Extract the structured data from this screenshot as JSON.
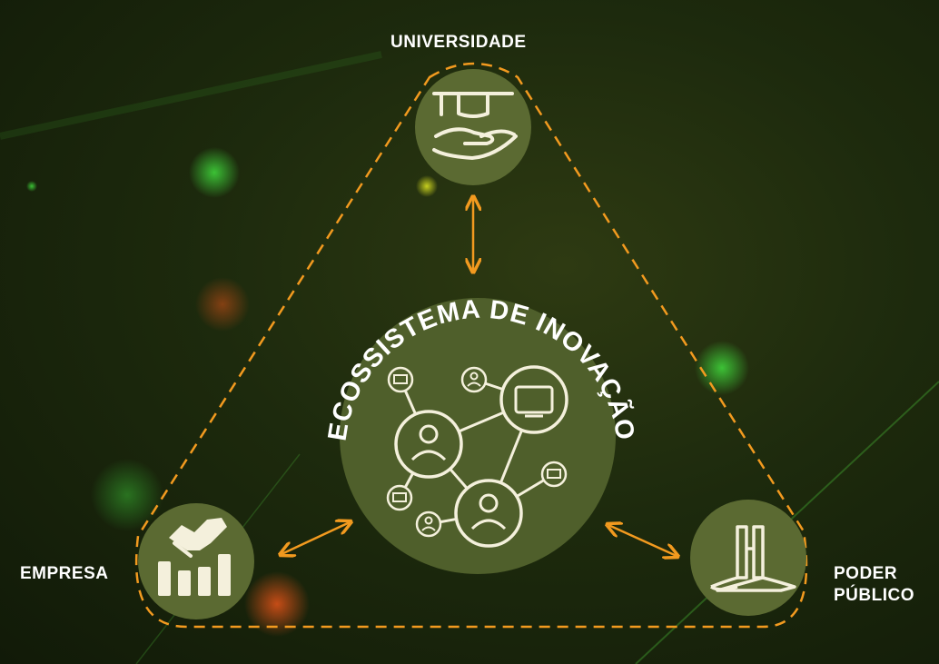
{
  "center": {
    "title": "ECOSSISTEMA DE INOVAÇÃO"
  },
  "nodes": {
    "universidade": {
      "label": "UNIVERSIDADE",
      "icon": "graduation-hand-icon"
    },
    "empresa": {
      "label": "EMPRESA",
      "icon": "handshake-chart-icon"
    },
    "poder_publico": {
      "label_line1": "PODER",
      "label_line2": "PÚBLICO",
      "icon": "congress-building-icon"
    }
  },
  "colors": {
    "accent": "#f29a1f",
    "node_fill": "#5b6a32",
    "center_fill": "#4f5f2b",
    "icon": "#f4f0dc"
  }
}
